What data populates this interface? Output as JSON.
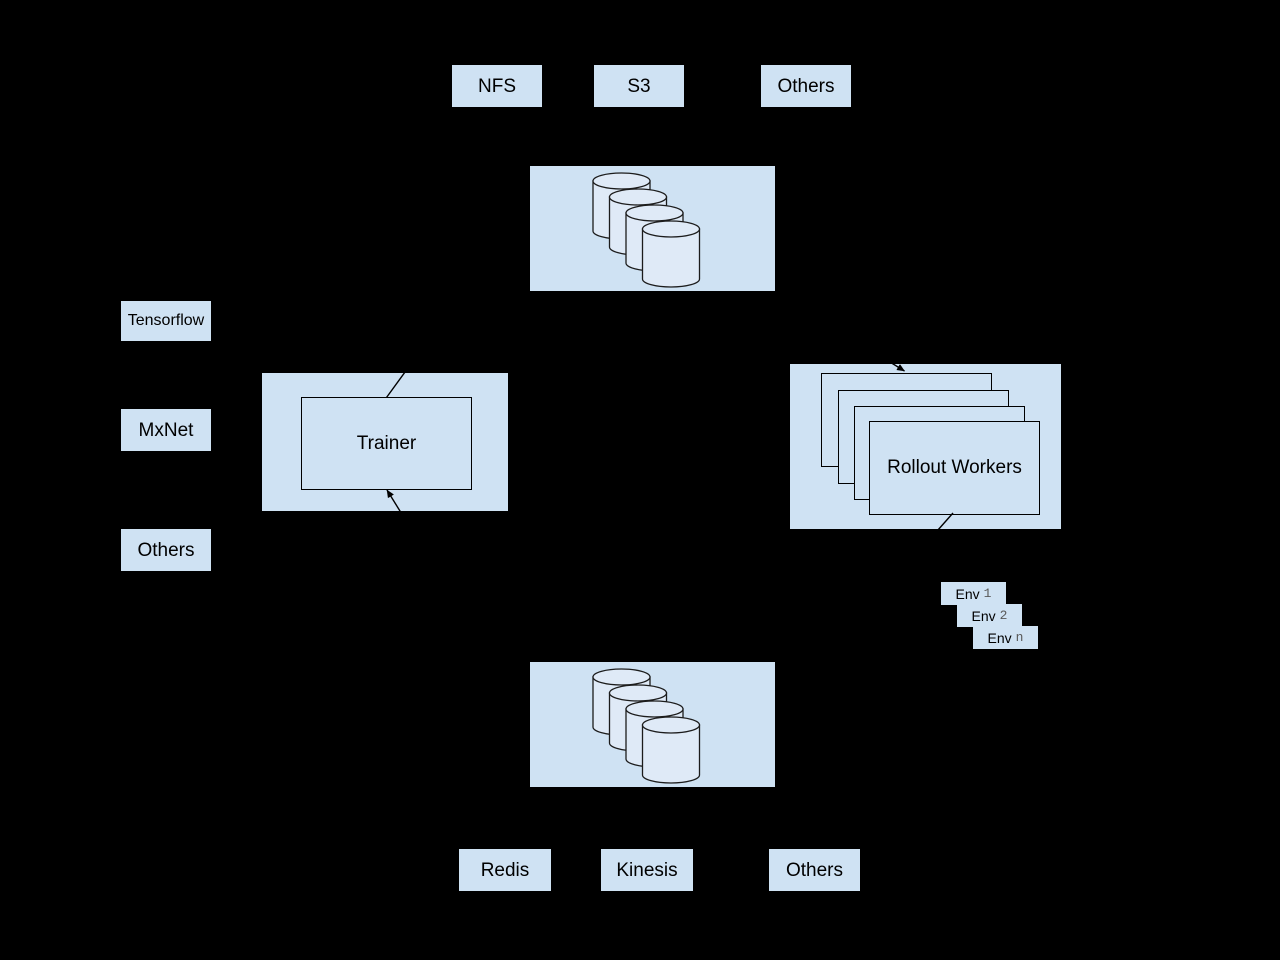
{
  "colors": {
    "background": "#000000",
    "box_fill": "#cfe2f3",
    "cylinder_fill": "#dfeaf7",
    "line": "#000000",
    "env_id_color": "#595959"
  },
  "storage_row": {
    "items": [
      {
        "label": "NFS"
      },
      {
        "label": "S3"
      },
      {
        "label": "Others"
      }
    ]
  },
  "frameworks": {
    "items": [
      {
        "label": "Tensorflow"
      },
      {
        "label": "MxNet"
      },
      {
        "label": "Others"
      }
    ]
  },
  "trainer": {
    "label": "Trainer"
  },
  "rollout": {
    "label": "Rollout Workers"
  },
  "envs": {
    "items": [
      {
        "name": "Env",
        "id": "1"
      },
      {
        "name": "Env",
        "id": "2"
      },
      {
        "name": "Env",
        "id": "n"
      }
    ]
  },
  "queue_row": {
    "items": [
      {
        "label": "Redis"
      },
      {
        "label": "Kinesis"
      },
      {
        "label": "Others"
      }
    ]
  }
}
